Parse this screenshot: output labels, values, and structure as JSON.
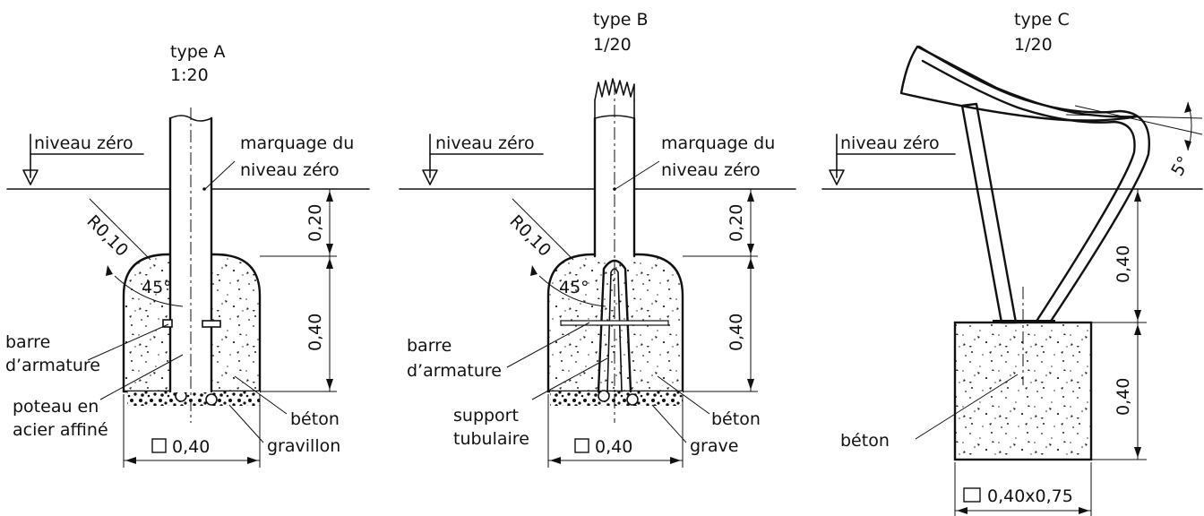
{
  "panel_a": {
    "title": "type A",
    "scale": "1:20",
    "level_label": "niveau zéro",
    "mark_label_1": "marquage du",
    "mark_label_2": "niveau zéro",
    "radius": "R0,10",
    "angle": "45°",
    "dim_top": "0,20",
    "dim_bottom": "0,40",
    "rebar_1": "barre",
    "rebar_2": "d’armature",
    "post_1": "poteau en",
    "post_2": "acier affiné",
    "concrete": "béton",
    "gravel": "gravillon",
    "width": "0,40"
  },
  "panel_b": {
    "title": "type B",
    "scale": "1/20",
    "level_label": "niveau zéro",
    "mark_label_1": "marquage du",
    "mark_label_2": "niveau zéro",
    "radius": "R0,10",
    "angle": "45°",
    "dim_top": "0,20",
    "dim_bottom": "0,40",
    "rebar_1": "barre",
    "rebar_2": "d’armature",
    "support_1": "support",
    "support_2": "tubulaire",
    "concrete": "béton",
    "gravel": "grave",
    "width": "0,40"
  },
  "panel_c": {
    "title": "type C",
    "scale": "1/20",
    "level_label": "niveau zéro",
    "angle": "5°",
    "dim_top": "0,40",
    "dim_bottom": "0,40",
    "concrete": "béton",
    "width": "0,40x0,75"
  }
}
